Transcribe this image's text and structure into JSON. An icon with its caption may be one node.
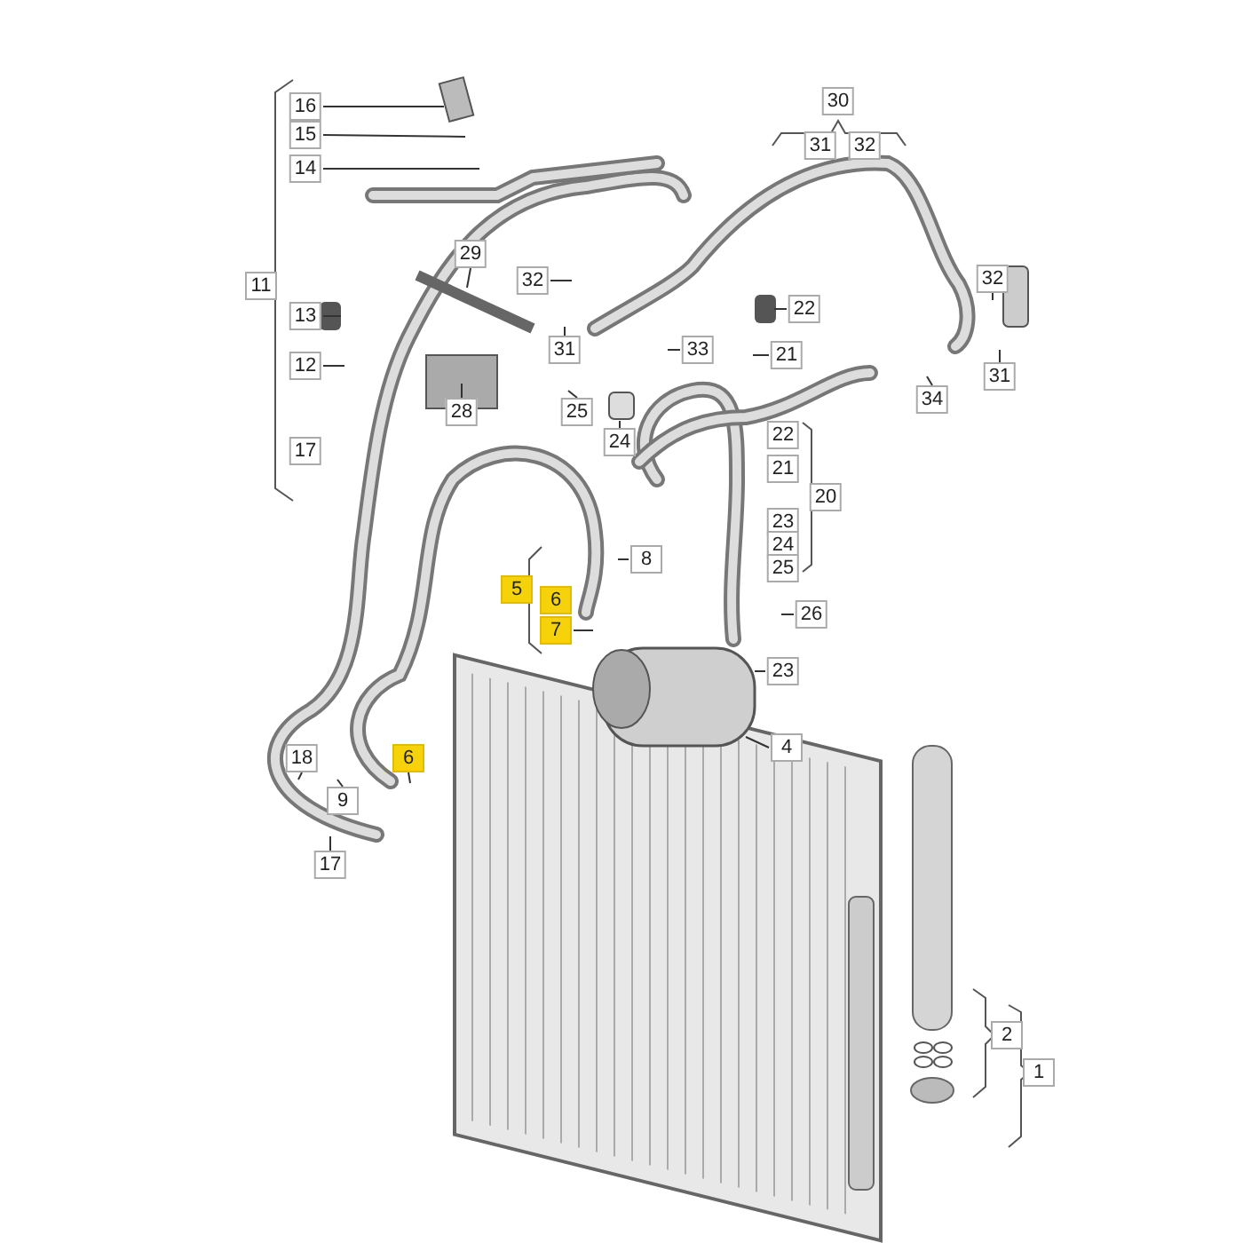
{
  "diagram": {
    "nodes": [
      {
        "text": [
          "16"
        ]
      },
      {
        "text": [
          "15"
        ]
      },
      {
        "text": [
          "14"
        ]
      },
      {
        "text": [
          "30"
        ]
      },
      {
        "text": [
          "31"
        ]
      },
      {
        "text": [
          "32"
        ]
      },
      {
        "text": [
          "29"
        ]
      },
      {
        "text": [
          "32"
        ]
      },
      {
        "text": [
          "11"
        ]
      },
      {
        "text": [
          "13"
        ]
      },
      {
        "text": [
          "22"
        ]
      },
      {
        "text": [
          "32"
        ]
      },
      {
        "text": [
          "31"
        ]
      },
      {
        "text": [
          "33"
        ]
      },
      {
        "text": [
          "21"
        ]
      },
      {
        "text": [
          "12"
        ]
      },
      {
        "text": [
          "31"
        ]
      },
      {
        "text": [
          "28"
        ]
      },
      {
        "text": [
          "25"
        ]
      },
      {
        "text": [
          "24"
        ]
      },
      {
        "text": [
          "34"
        ]
      },
      {
        "text": [
          "17"
        ]
      },
      {
        "text": [
          "22"
        ]
      },
      {
        "text": [
          "21"
        ]
      },
      {
        "text": [
          "20"
        ]
      },
      {
        "text": [
          "23"
        ]
      },
      {
        "text": [
          "24"
        ]
      },
      {
        "text": [
          "25"
        ]
      },
      {
        "text": [
          "8"
        ]
      },
      {
        "text": [
          "5"
        ]
      },
      {
        "text": [
          "6"
        ]
      },
      {
        "text": [
          "7"
        ]
      },
      {
        "text": [
          "26"
        ]
      },
      {
        "text": [
          "23"
        ]
      },
      {
        "text": [
          "4"
        ]
      },
      {
        "text": [
          "18"
        ]
      },
      {
        "text": [
          "6"
        ]
      },
      {
        "text": [
          "9"
        ]
      },
      {
        "text": [
          "17"
        ]
      },
      {
        "text": [
          "2"
        ]
      },
      {
        "text": [
          "1"
        ]
      }
    ],
    "edges": [
      {
        "from": 0,
        "to": null,
        "arrow": "none"
      },
      {
        "from": 1,
        "to": null,
        "arrow": "none"
      },
      {
        "from": 2,
        "to": null,
        "arrow": "none"
      },
      {
        "from": 9,
        "to": null,
        "arrow": "none"
      },
      {
        "from": 15,
        "to": null,
        "arrow": "none"
      },
      {
        "from": 6,
        "to": null,
        "arrow": "none"
      },
      {
        "from": 7,
        "to": null,
        "arrow": "none"
      },
      {
        "from": 12,
        "to": null,
        "arrow": "none"
      },
      {
        "from": 13,
        "to": null,
        "arrow": "none"
      },
      {
        "from": 10,
        "to": null,
        "arrow": "none"
      },
      {
        "from": 14,
        "to": null,
        "arrow": "none"
      },
      {
        "from": 17,
        "to": null,
        "arrow": "none"
      },
      {
        "from": 18,
        "to": null,
        "arrow": "none"
      },
      {
        "from": 19,
        "to": null,
        "arrow": "none"
      },
      {
        "from": 20,
        "to": null,
        "arrow": "none"
      },
      {
        "from": 11,
        "to": null,
        "arrow": "none"
      },
      {
        "from": 16,
        "to": null,
        "arrow": "none"
      },
      {
        "from": 28,
        "to": null,
        "arrow": "none"
      },
      {
        "from": 31,
        "to": null,
        "arrow": "none"
      },
      {
        "from": 32,
        "to": null,
        "arrow": "none"
      },
      {
        "from": 33,
        "to": null,
        "arrow": "none"
      },
      {
        "from": 34,
        "to": null,
        "arrow": "none"
      },
      {
        "from": 35,
        "to": null,
        "arrow": "none"
      },
      {
        "from": 37,
        "to": null,
        "arrow": "none"
      },
      {
        "from": 36,
        "to": null,
        "arrow": "none"
      },
      {
        "from": 38,
        "to": null,
        "arrow": "none"
      }
    ]
  }
}
